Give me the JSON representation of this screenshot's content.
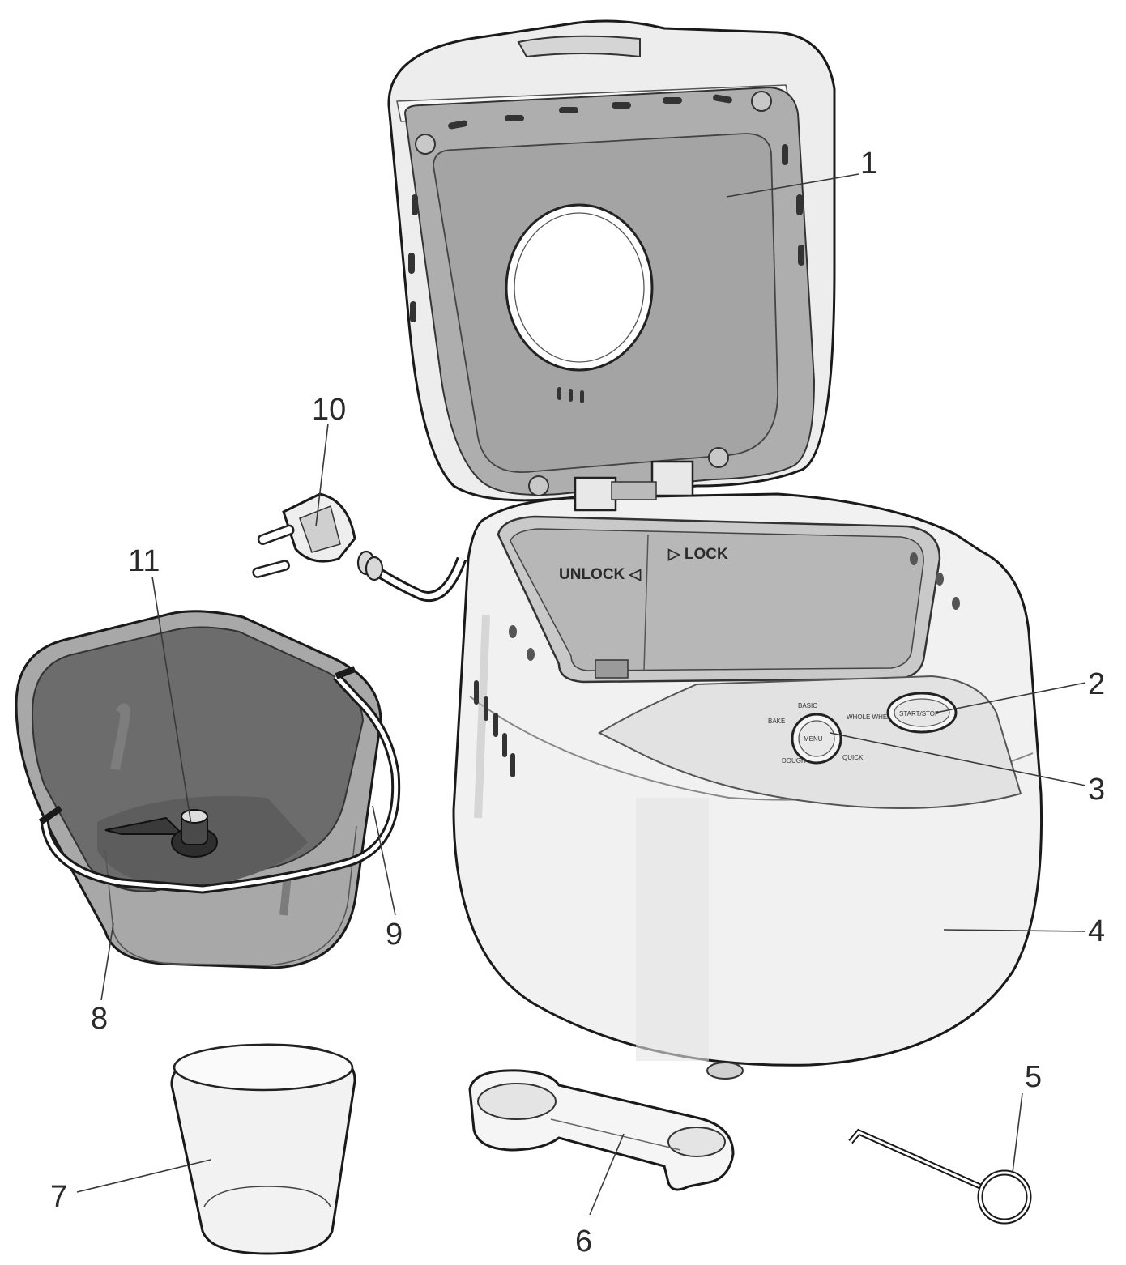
{
  "diagram": {
    "callouts": [
      {
        "id": "1",
        "label": "1"
      },
      {
        "id": "2",
        "label": "2"
      },
      {
        "id": "3",
        "label": "3"
      },
      {
        "id": "4",
        "label": "4"
      },
      {
        "id": "5",
        "label": "5"
      },
      {
        "id": "6",
        "label": "6"
      },
      {
        "id": "7",
        "label": "7"
      },
      {
        "id": "8",
        "label": "8"
      },
      {
        "id": "9",
        "label": "9"
      },
      {
        "id": "10",
        "label": "10"
      },
      {
        "id": "11",
        "label": "11"
      }
    ],
    "markings": {
      "unlock": "UNLOCK ◁",
      "lock": "▷ LOCK",
      "menu": "MENU",
      "start_stop": "START/STOP",
      "dial_basic": "BASIC",
      "dial_whole_wheat": "WHOLE WHEAT",
      "dial_bake": "BAKE",
      "dial_dough": "DOUGH",
      "dial_quick": "QUICK"
    }
  }
}
